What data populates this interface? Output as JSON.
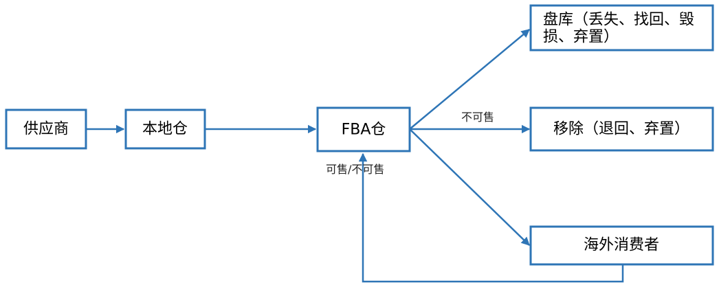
{
  "nodes": {
    "supplier": "供应商",
    "local_warehouse": "本地仓",
    "fba_warehouse": "FBA仓",
    "inventory_line1": "盘库（丢失、找回、毁",
    "inventory_line2": "损、弃置）",
    "removal": "移除（退回、弃置）",
    "overseas_consumer": "海外消费者"
  },
  "edge_labels": {
    "unsellable": "不可售",
    "return_status": "可售/不可售"
  },
  "colors": {
    "accent": "#2e75b6"
  }
}
